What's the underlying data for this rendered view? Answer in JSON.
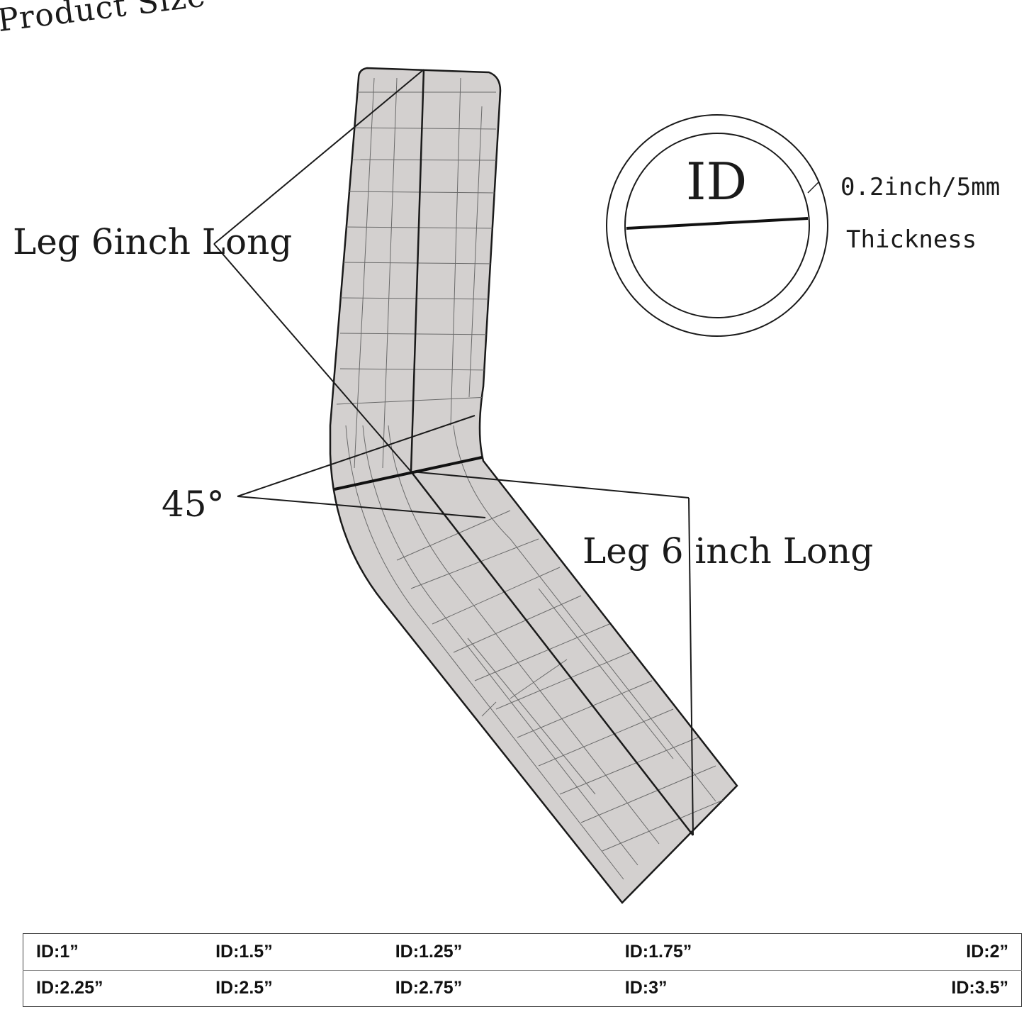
{
  "title": "Product Size",
  "labels": {
    "leg_upper": "Leg 6inch Long",
    "angle": "45°",
    "leg_lower": "Leg 6 inch Long",
    "id": "ID",
    "thickness_value": "0.2inch/5mm",
    "thickness_label": "Thickness"
  },
  "id_table": {
    "rows": [
      [
        "ID:1”",
        "ID:1.5”",
        "ID:1.25”",
        "ID:1.75”",
        "ID:2”"
      ],
      [
        "ID:2.25”",
        "ID:2.5”",
        "ID:2.75”",
        "ID:3”",
        "ID:3.5”"
      ]
    ]
  },
  "colors": {
    "pipe_fill": "#d3d0cf",
    "line": "#1a1a1a",
    "grid": "#6a6a6a"
  }
}
